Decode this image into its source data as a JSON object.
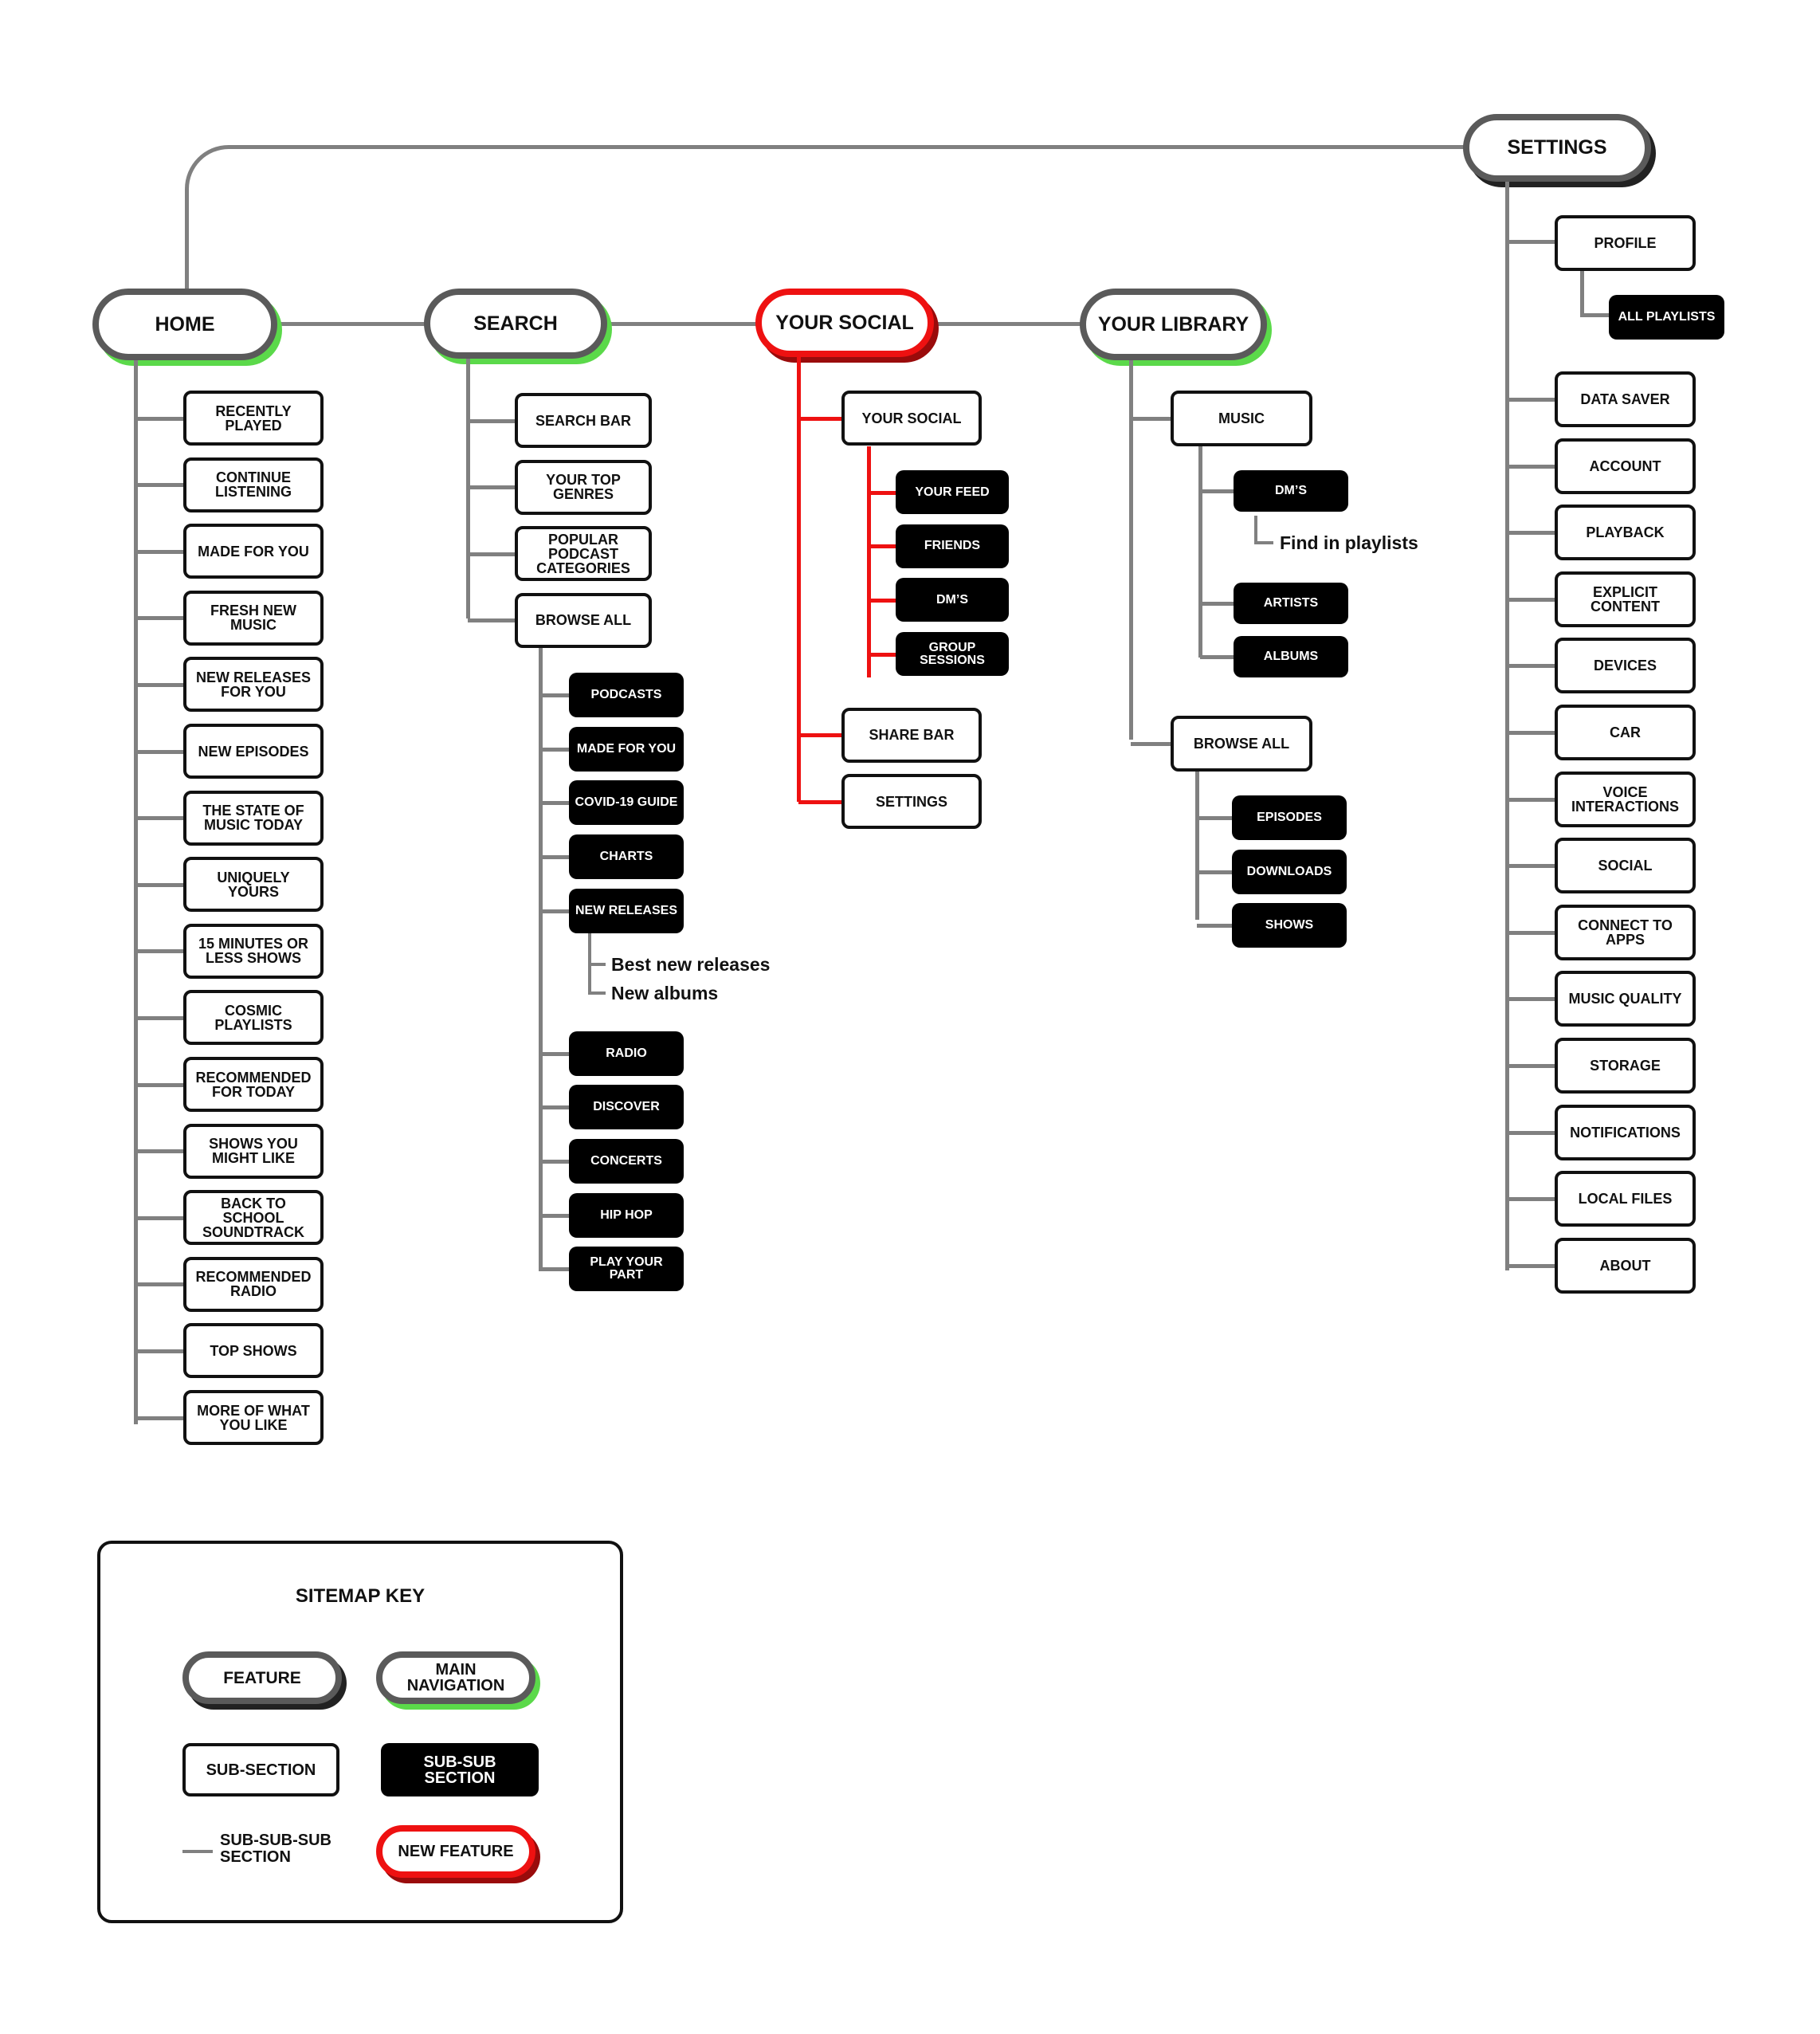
{
  "colors": {
    "connector": "#808080",
    "main_nav_accent": "#5bd94a",
    "new_feature_red": "#ee1111",
    "new_feature_shadow": "#9a0b0b",
    "pill_border": "#5a5a5a",
    "sub_sub_fill": "#000000"
  },
  "main_nav": {
    "home": "HOME",
    "search": "SEARCH",
    "your_social": "YOUR SOCIAL",
    "your_library": "YOUR LIBRARY",
    "settings": "SETTINGS"
  },
  "home": {
    "items": [
      "RECENTLY\nPLAYED",
      "CONTINUE\nLISTENING",
      "MADE FOR YOU",
      "FRESH NEW\nMUSIC",
      "NEW RELEASES\nFOR YOU",
      "NEW EPISODES",
      "THE STATE OF\nMUSIC TODAY",
      "UNIQUELY\nYOURS",
      "15 MINUTES OR\nLESS SHOWS",
      "COSMIC\nPLAYLISTS",
      "RECOMMENDED\nFOR TODAY",
      "SHOWS YOU\nMIGHT LIKE",
      "BACK TO SCHOOL\nSOUNDTRACK",
      "RECOMMENDED\nRADIO",
      "TOP SHOWS",
      "MORE OF WHAT\nYOU LIKE"
    ]
  },
  "search": {
    "items": [
      "SEARCH BAR",
      "YOUR TOP\nGENRES",
      "POPULAR\nPODCAST\nCATEGORIES",
      "BROWSE ALL"
    ],
    "browse_all_items": [
      "PODCASTS",
      "MADE FOR YOU",
      "COVID-19 GUIDE",
      "CHARTS",
      "NEW RELEASES",
      "RADIO",
      "DISCOVER",
      "CONCERTS",
      "HIP HOP",
      "PLAY YOUR\nPART"
    ],
    "new_releases_leaves": [
      "Best new releases",
      "New albums"
    ]
  },
  "your_social": {
    "items": [
      "YOUR SOCIAL",
      "SHARE BAR",
      "SETTINGS"
    ],
    "your_social_items": [
      "YOUR FEED",
      "FRIENDS",
      "DM’S",
      "GROUP\nSESSIONS"
    ]
  },
  "your_library": {
    "items": [
      "MUSIC",
      "BROWSE ALL"
    ],
    "music_items": [
      "DM’S",
      "ARTISTS",
      "ALBUMS"
    ],
    "dms_leaf": "Find in playlists",
    "browse_all_items": [
      "EPISODES",
      "DOWNLOADS",
      "SHOWS"
    ]
  },
  "settings": {
    "profile": "PROFILE",
    "profile_child": "ALL PLAYLISTS",
    "items": [
      "DATA SAVER",
      "ACCOUNT",
      "PLAYBACK",
      "EXPLICIT\nCONTENT",
      "DEVICES",
      "CAR",
      "VOICE\nINTERACTIONS",
      "SOCIAL",
      "CONNECT TO\nAPPS",
      "MUSIC QUALITY",
      "STORAGE",
      "NOTIFICATIONS",
      "LOCAL FILES",
      "ABOUT"
    ]
  },
  "key": {
    "title": "SITEMAP KEY",
    "feature": "FEATURE",
    "main_navigation": "MAIN\nNAVIGATION",
    "sub_section": "SUB-SECTION",
    "sub_sub_section": "SUB-SUB\nSECTION",
    "sub_sub_sub_section": "SUB-SUB-SUB\nSECTION",
    "new_feature": "NEW FEATURE"
  }
}
